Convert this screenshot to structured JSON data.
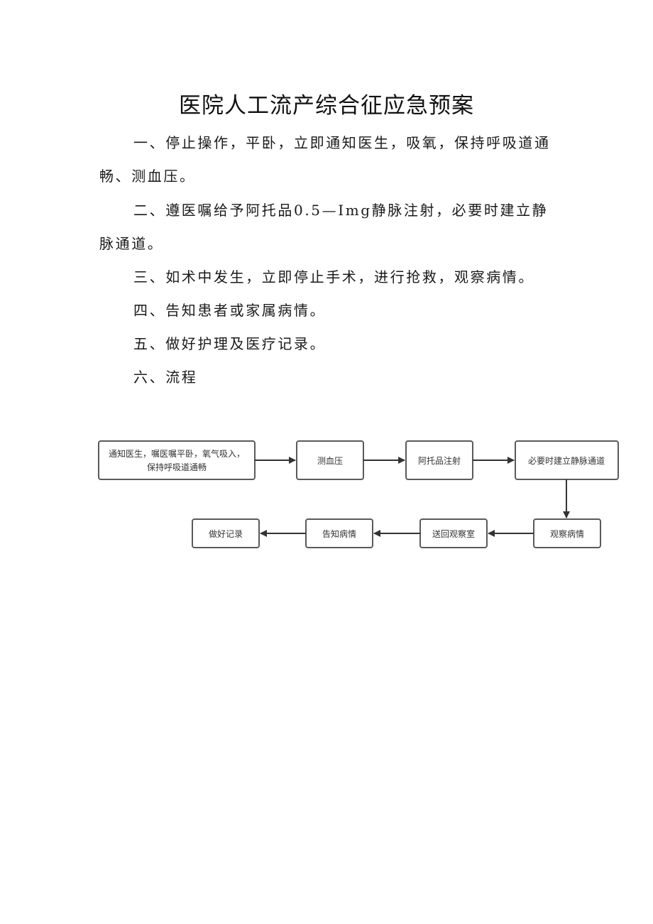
{
  "title": "医院人工流产综合征应急预案",
  "paragraphs": [
    "一、停止操作，平卧，立即通知医生，吸氧，保持呼吸道通畅、测血压。",
    "二、遵医嘱给予阿托品0.5—Img静脉注射，必要时建立静脉通道。",
    "三、如术中发生，立即停止手术，进行抢救，观察病情。",
    "四、告知患者或家属病情。",
    "五、做好护理及医疗记录。",
    "六、流程"
  ],
  "flowchart": {
    "row1": [
      {
        "line1": "通知医生，嘱医嘱平卧，氧气吸入，",
        "line2": "保持呼吸道通畅"
      },
      {
        "label": "测血压"
      },
      {
        "label": "阿托品注射"
      },
      {
        "label": "必要时建立静脉通道"
      }
    ],
    "row2": [
      {
        "label": "观察病情"
      },
      {
        "label": "送回观察室"
      },
      {
        "label": "告知病情"
      },
      {
        "label": "做好记录"
      }
    ]
  }
}
